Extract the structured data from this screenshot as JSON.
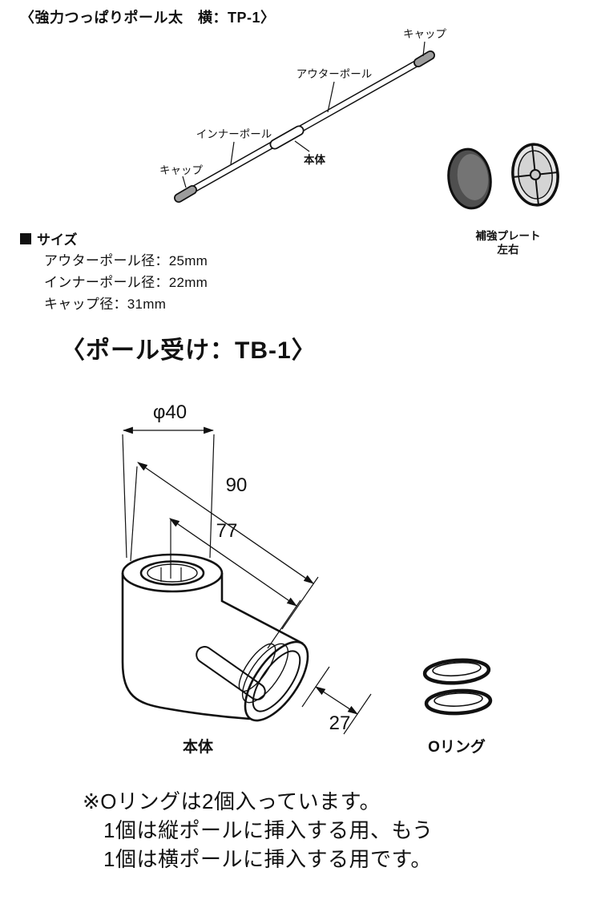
{
  "colors": {
    "ink": "#111111",
    "plate_dark": "#4f4f4f",
    "plate_light": "#e6e6e6"
  },
  "tp1": {
    "title": "〈強力つっぱりポール太　横：TP-1〉",
    "labels": {
      "cap_top": "キャップ",
      "outer_pole": "アウターポール",
      "inner_pole": "インナーポール",
      "body": "本体",
      "cap_bottom": "キャップ",
      "plate_line1": "補強プレート",
      "plate_line2": "左右"
    }
  },
  "size": {
    "heading": "サイズ",
    "items": [
      "アウターポール径：25mm",
      "インナーポール径：22mm",
      "キャップ径：31mm"
    ]
  },
  "tb1": {
    "title": "〈ポール受け：TB-1〉",
    "dims": {
      "top_diameter": "φ40",
      "overall": "90",
      "inner": "77",
      "depth": "27"
    },
    "labels": {
      "body": "本体",
      "oring": "Oリング"
    }
  },
  "note": {
    "line1": "※Oリングは2個入っています。",
    "line2": "1個は縦ポールに挿入する用、もう",
    "line3": "1個は横ポールに挿入する用です。"
  }
}
